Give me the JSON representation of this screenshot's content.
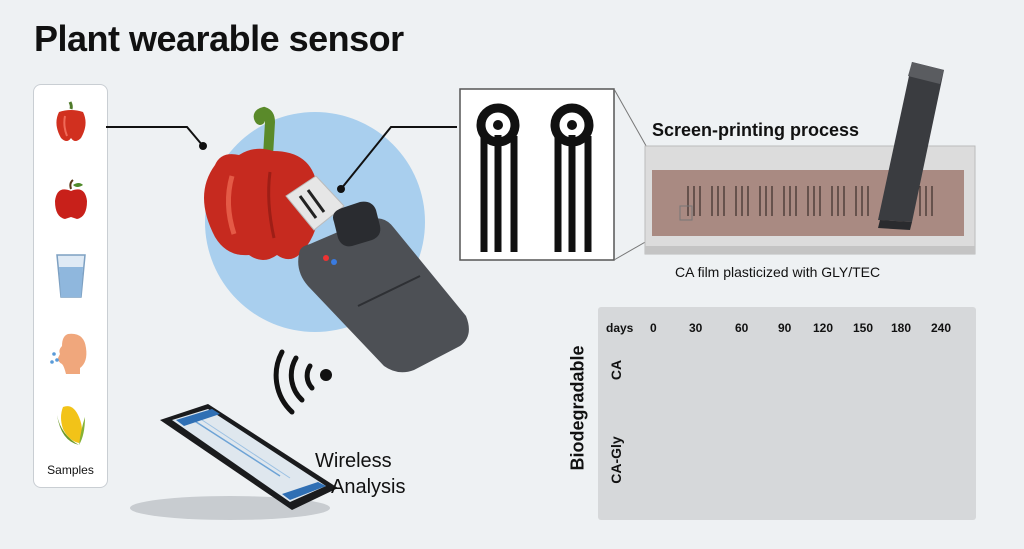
{
  "title": "Plant wearable sensor",
  "samples": {
    "label": "Samples",
    "icons": [
      "pepper-icon",
      "apple-icon",
      "water-glass-icon",
      "human-breath-icon",
      "corn-icon"
    ]
  },
  "screen_printing": {
    "label": "Screen-printing process"
  },
  "film_caption": "CA film plasticized with GLY/TEC",
  "wireless": {
    "line1": "Wireless",
    "line2": "Analysis"
  },
  "biodegradable": {
    "label": "Biodegradable",
    "days_label": "days",
    "days": [
      "0",
      "30",
      "60",
      "90",
      "120",
      "150",
      "180",
      "240"
    ],
    "rows": [
      "CA",
      "CA-Gly"
    ]
  },
  "colors": {
    "background": "#eef1f3",
    "accent_circle": "#a9cfee",
    "pepper": "#c62a1f",
    "device": "#4a4d52",
    "panel": "#d6d8da"
  }
}
